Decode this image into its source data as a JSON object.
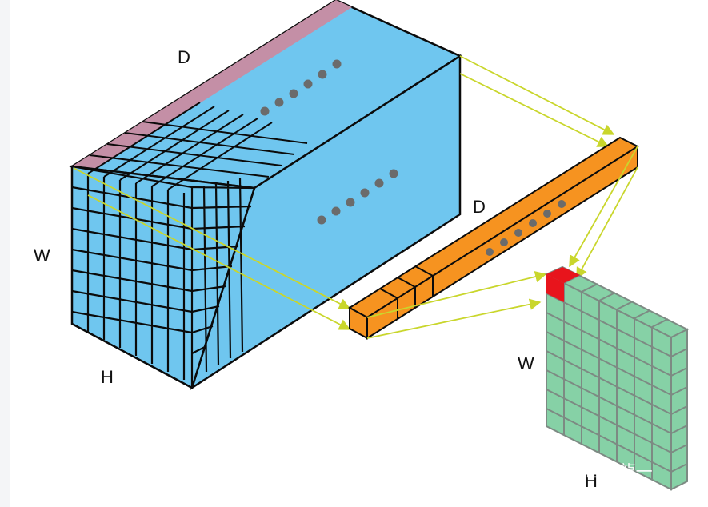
{
  "labels": {
    "depth_top": "D",
    "width_left": "W",
    "height_left": "H",
    "depth_bar": "D",
    "width_right": "W",
    "height_right": "H"
  },
  "watermark": "知乎 @山崎龍一",
  "colors": {
    "volume_face": "#6fc6ef",
    "grid_line": "#0b0b0b",
    "slice_band": "#c48fa6",
    "vector_bar": "#f69320",
    "feature_map": "#86d1a6",
    "feature_map_grid": "#7d8a83",
    "highlight_cell": "#e8141c",
    "arrow": "#c9d62c",
    "dots": "#6b6b6b"
  },
  "icons": {
    "ellipsis": "dots-icon",
    "arrow": "arrow-icon"
  }
}
